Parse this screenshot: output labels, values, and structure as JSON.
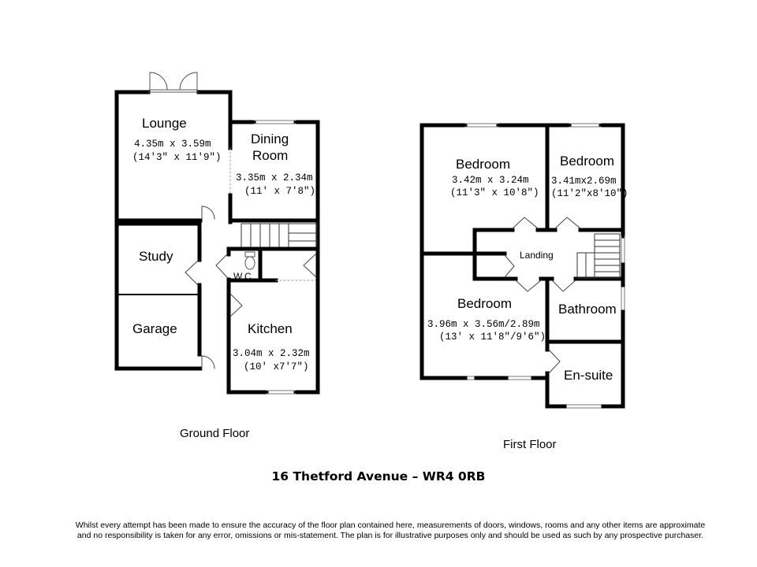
{
  "ground_floor": {
    "caption": "Ground Floor",
    "lounge": {
      "name": "Lounge",
      "dim_m": "4.35m x 3.59m",
      "dim_ft": "(14'3\" x 11'9\")"
    },
    "dining": {
      "name_line1": "Dining",
      "name_line2": "Room",
      "dim_m": "3.35m x 2.34m",
      "dim_ft": "(11' x 7'8\")"
    },
    "study": {
      "name": "Study"
    },
    "garage": {
      "name": "Garage"
    },
    "wc": {
      "name": "W.C"
    },
    "kitchen": {
      "name": "Kitchen",
      "dim_m": "3.04m  x 2.32m",
      "dim_ft": "(10' x7'7\")"
    }
  },
  "first_floor": {
    "caption": "First Floor",
    "bedroom1": {
      "name": "Bedroom",
      "dim_m": "3.42m x 3.24m",
      "dim_ft": "(11'3\" x 10'8\")"
    },
    "bedroom2": {
      "name": "Bedroom",
      "dim_m": "3.41mx2.69m",
      "dim_ft": "(11'2\"x8'10\")"
    },
    "landing": {
      "name": "Landing"
    },
    "bedroom3": {
      "name": "Bedroom",
      "dim_m": "3.96m  x 3.56m/2.89m",
      "dim_ft": "(13' x 11'8\"/9'6\")"
    },
    "bathroom": {
      "name": "Bathroom"
    },
    "ensuite": {
      "name": "En-suite"
    }
  },
  "address": "16 Thetford  Avenue – WR4 0RB",
  "disclaimer": "Whilst every attempt has been made to ensure the accuracy of the floor plan contained here, measurements of doors, windows, rooms and any other items are approximate and no responsibility is taken for any error, omissions or mis-statement. The plan is for illustrative purposes only and should be used as such by any prospective purchaser."
}
